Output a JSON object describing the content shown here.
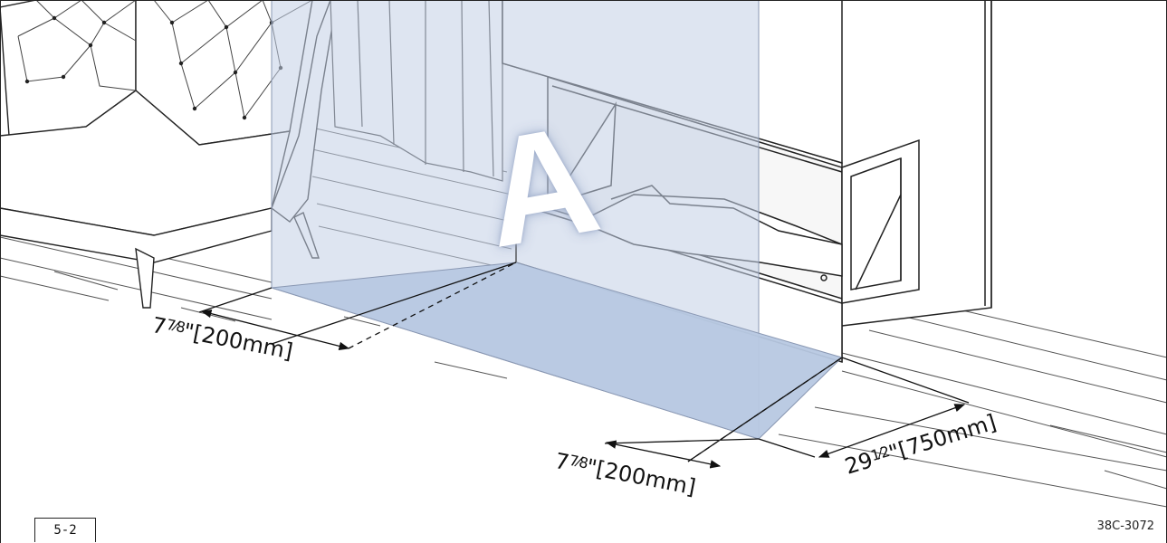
{
  "diagram": {
    "zone_letter": "A",
    "dimensions": [
      {
        "whole": "7",
        "fraction": "7⁄8",
        "inch_mark": "\"",
        "metric": "[200mm]"
      },
      {
        "whole": "7",
        "fraction": "7⁄8",
        "inch_mark": "\"",
        "metric": "[200mm]"
      },
      {
        "whole": "29",
        "fraction": "1⁄2",
        "inch_mark": "\"",
        "metric": "[750mm]"
      }
    ],
    "figure_number": "5-2",
    "drawing_code": "38C-3072",
    "colors": {
      "clearance_zone": "#b7c8e2",
      "clearance_wall": "#c3cfe6",
      "line": "#222222"
    }
  }
}
